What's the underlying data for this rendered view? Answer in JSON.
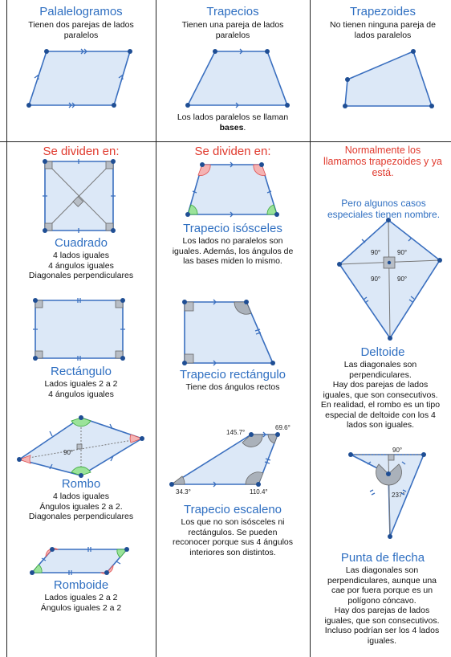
{
  "top": {
    "col1": {
      "title": "Palalelogramos",
      "desc": "Tienen dos parejas de lados\nparalelos"
    },
    "col2": {
      "title": "Trapecios",
      "desc": "Tienen una pareja de lados\nparalelos",
      "note_prefix": "Los lados paralelos se llaman",
      "note_bold": "bases",
      "note_suffix": "."
    },
    "col3": {
      "title": "Trapezoides",
      "desc": "No tienen ninguna pareja de\nlados paralelos"
    }
  },
  "col1": {
    "heading": "Se dividen en:",
    "cuadrado": {
      "name": "Cuadrado",
      "desc": "4 lados iguales\n4 ángulos iguales\nDiagonales perpendiculares"
    },
    "rectangulo": {
      "name": "Rectángulo",
      "desc": "Lados iguales 2 a 2\n4 ángulos iguales"
    },
    "rombo": {
      "name": "Rombo",
      "desc": "4 lados iguales\nÁngulos iguales 2 a 2.\nDiagonales perpendiculares",
      "angle": "90°"
    },
    "romboide": {
      "name": "Romboide",
      "desc": "Lados iguales 2 a 2\nÁngulos iguales 2 a 2"
    }
  },
  "col2": {
    "heading": "Se dividen en:",
    "isosceles": {
      "name": "Trapecio isósceles",
      "desc": "Los lados no paralelos son\niguales. Además, los ángulos de\nlas bases miden lo mismo."
    },
    "rectangulo": {
      "name": "Trapecio rectángulo",
      "desc": "Tiene dos ángulos rectos"
    },
    "escaleno": {
      "name": "Trapecio escaleno",
      "desc": "Los que no son isósceles ni\nrectángulos. Se pueden\nreconocer porque sus 4 ángulos\ninteriores son distintos.",
      "angles": [
        "145.7°",
        "69.6°",
        "34.3°",
        "110.4°"
      ]
    }
  },
  "col3": {
    "heading": "Normalmente los\nllamamos trapezoides y ya\nestá.",
    "sub": "Pero algunos casos\nespeciales tienen nombre.",
    "deltoide": {
      "name": "Deltoide",
      "desc": "Las diagonales son\nperpendiculares.\nHay dos parejas de lados\niguales, que son consecutivos.\nEn realidad, el rombo es un tipo\nespecial de deltoide con los 4\nlados son iguales.",
      "angles": [
        "90°",
        "90°",
        "90°",
        "90°"
      ]
    },
    "flecha": {
      "name": "Punta de flecha",
      "desc": "Las diagonales son\nperpendiculares, aunque una\ncae por fuera porque es un\npolígono cóncavo.\nHay dos parejas de lados\niguales, que son consecutivos.\nIncluso podrían ser los 4 lados\niguales.",
      "angles": [
        "90°",
        "237°"
      ]
    }
  },
  "colors": {
    "shape_fill": "#dce8f7",
    "edge": "#3a6fbf",
    "vertex": "#1f4e94",
    "title": "#2f6fc1",
    "red": "#e03a2e",
    "green": "#6fcf6b",
    "pink": "#f3a6a6",
    "gray": "#9aa0a6"
  }
}
